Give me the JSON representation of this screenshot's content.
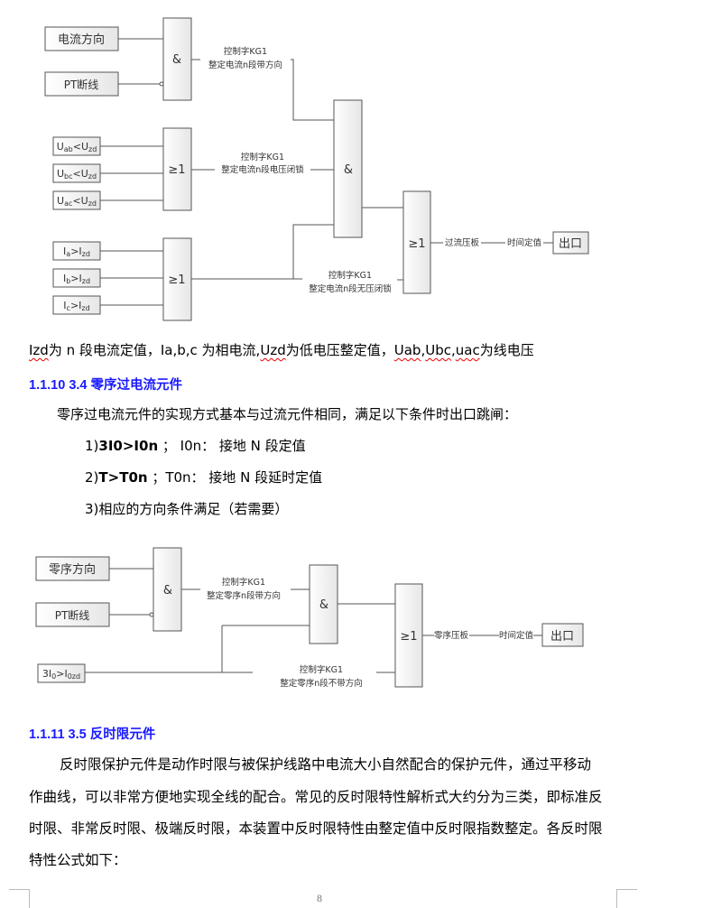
{
  "diagram1": {
    "inputs_top": [
      "电流方向",
      "PT断线"
    ],
    "voltage_inputs": [
      {
        "a": "U",
        "b": "ab",
        "c": "<U",
        "d": "zd"
      },
      {
        "a": "U",
        "b": "bc",
        "c": "<U",
        "d": "zd"
      },
      {
        "a": "U",
        "b": "ac",
        "c": "<U",
        "d": "zd"
      }
    ],
    "current_inputs": [
      {
        "a": "I",
        "b": "a",
        "c": ">I",
        "d": "zd"
      },
      {
        "a": "I",
        "b": "b",
        "c": ">I",
        "d": "zd"
      },
      {
        "a": "I",
        "b": "c",
        "c": ">I",
        "d": "zd"
      }
    ],
    "and_symbol": "&",
    "or_symbol": "≥1",
    "label_direction": [
      "控制字KG1",
      "整定电流n段带方向"
    ],
    "label_voltage": [
      "控制字KG1",
      "整定电流n段电压闭锁"
    ],
    "label_novoltage": [
      "控制字KG1",
      "整定电流n段无压闭锁"
    ],
    "plate": "过流压板",
    "time": "时间定值",
    "output": "出口"
  },
  "text1": {
    "line": [
      "Izd",
      "为 n 段电流定值，Ia,b,c 为相电流,",
      "Uzd",
      "为低电压整定值，",
      "Uab",
      ",",
      "Ubc",
      ",",
      "uac",
      "为线电压"
    ]
  },
  "section1": {
    "heading": "1.1.10  3.4  零序过电流元件",
    "intro": "零序过电流元件的实现方式基本与过流元件相同，满足以下条件时出口跳闸：",
    "items": [
      {
        "prefix": "1)",
        "bold": "3I0>I0n",
        "rest": " ；  I0n：  接地 N 段定值"
      },
      {
        "prefix": "2)",
        "bold": "T>T0n",
        "rest": " ；T0n：  接地 N 段延时定值"
      },
      {
        "prefix": "3)",
        "bold": "",
        "rest": "相应的方向条件满足（若需要）"
      }
    ]
  },
  "diagram2": {
    "inputs_top": [
      "零序方向",
      "PT断线"
    ],
    "zero_input": {
      "a": "3I",
      "b": "0",
      "c": ">I",
      "d": "0zd"
    },
    "and_symbol": "&",
    "or_symbol": "≥1",
    "label_direction": [
      "控制字KG1",
      "整定零序n段带方向"
    ],
    "label_nodirection": [
      "控制字KG1",
      "整定零序n段不带方向"
    ],
    "plate": "零序压板",
    "time": "时间定值",
    "output": "出口"
  },
  "section2": {
    "heading": "1.1.11  3.5  反时限元件",
    "paragraph_lines": [
      "反时限保护元件是动作时限与被保护线路中电流大小自然配合的保护元件，通过平移动",
      "作曲线，可以非常方便地实现全线的配合。常见的反时限特性解析式大约分为三类，即标准反",
      "时限、非常反时限、极端反时限，本装置中反时限特性由整定值中反时限指数整定。各反时限",
      "特性公式如下："
    ]
  },
  "footer": {
    "page_number": "8"
  }
}
